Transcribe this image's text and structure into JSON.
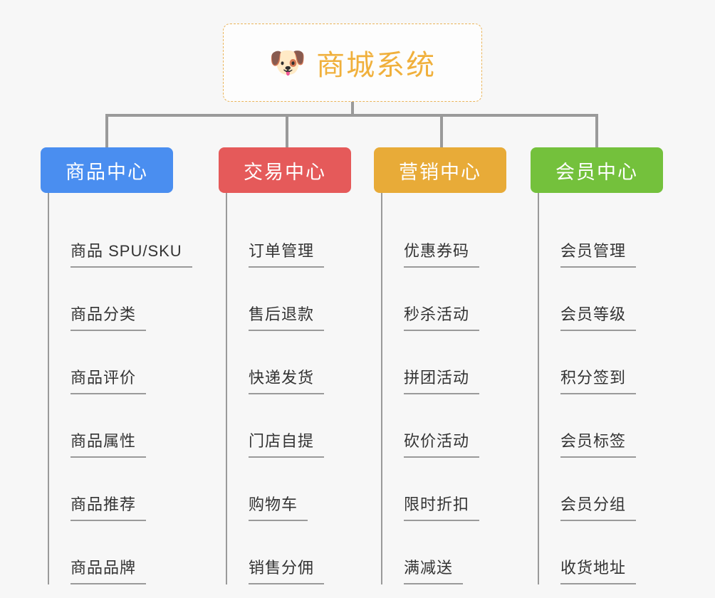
{
  "diagram": {
    "type": "mind-map",
    "background_color": "#f7f7f7",
    "root": {
      "title": "商城系统",
      "emoji": "🐶",
      "emoji_name": "shiba-dog-face-emoji",
      "text_color": "#f0b03c",
      "border_color": "#eab45a"
    },
    "connector_color": "#9a9a9a",
    "branches": [
      {
        "id": "product-center",
        "label": "商品中心",
        "color": "#4a8ef0",
        "items": [
          "商品 SPU/SKU",
          "商品分类",
          "商品评价",
          "商品属性",
          "商品推荐",
          "商品品牌"
        ]
      },
      {
        "id": "trade-center",
        "label": "交易中心",
        "color": "#e55a5a",
        "items": [
          "订单管理",
          "售后退款",
          "快递发货",
          "门店自提",
          "购物车",
          "销售分佣"
        ]
      },
      {
        "id": "marketing-center",
        "label": "营销中心",
        "color": "#e8ab38",
        "items": [
          "优惠券码",
          "秒杀活动",
          "拼团活动",
          "砍价活动",
          "限时折扣",
          "满减送"
        ]
      },
      {
        "id": "member-center",
        "label": "会员中心",
        "color": "#74c13c",
        "items": [
          "会员管理",
          "会员等级",
          "积分签到",
          "会员标签",
          "会员分组",
          "收货地址"
        ]
      }
    ]
  }
}
